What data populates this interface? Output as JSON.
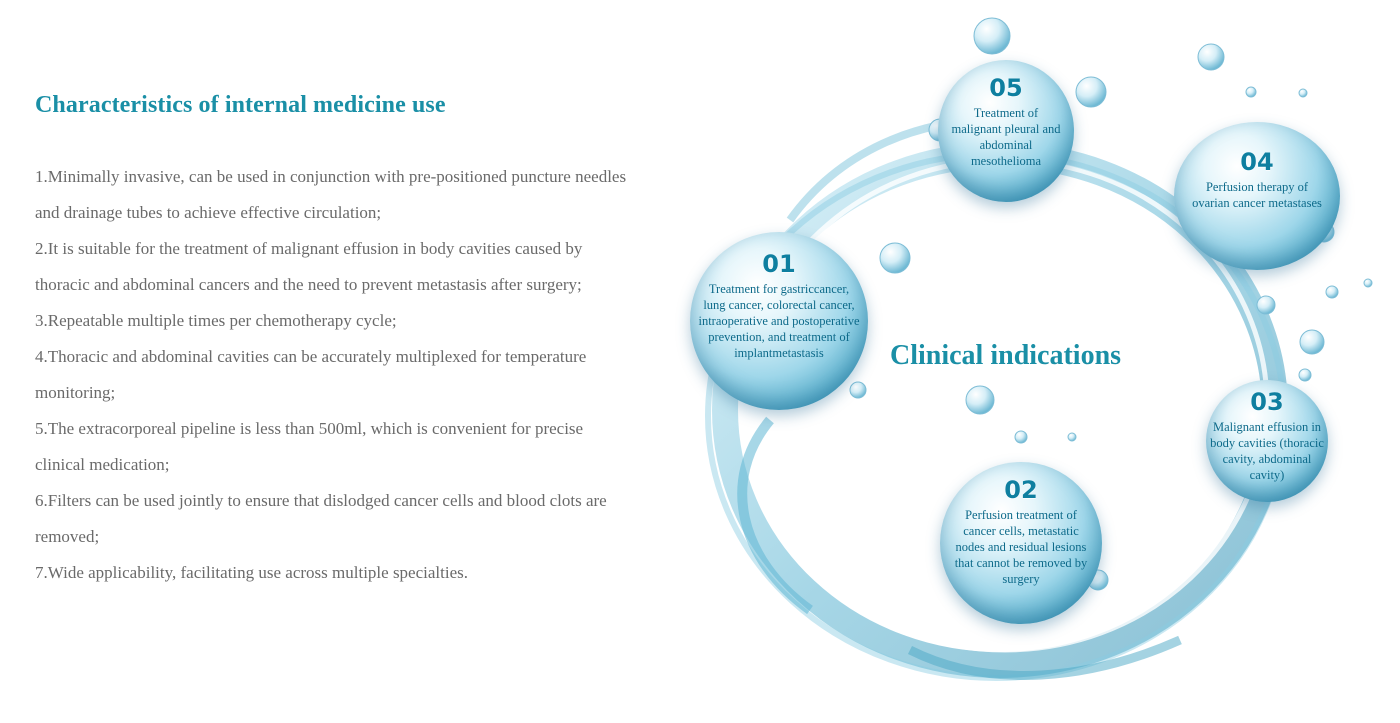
{
  "left": {
    "heading": "Characteristics of internal medicine use",
    "points": [
      "1.Minimally invasive, can be used in conjunction with pre-positioned puncture needles and drainage tubes to achieve effective circulation;",
      "2.It is suitable for the treatment of malignant effusion in body cavities caused by thoracic and abdominal cancers and the need to prevent metastasis after surgery;",
      "3.Repeatable multiple times per chemotherapy cycle;",
      "4.Thoracic and abdominal cavities can be accurately multiplexed for temperature monitoring;",
      "5.The extracorporeal pipeline is less than 500ml, which is convenient for precise clinical medication;",
      "6.Filters can be used jointly to ensure that dislodged cancer cells and blood clots are removed;",
      "7.Wide applicability, facilitating use across multiple specialties."
    ]
  },
  "diagram": {
    "title": "Clinical indications",
    "bubbles": [
      {
        "number": "01",
        "text": "Treatment for gastriccancer, lung cancer, colorectal cancer, intraoperative and postoperative prevention, and treatment of implantmetastasis"
      },
      {
        "number": "02",
        "text": "Perfusion treatment of cancer cells, metastatic nodes and residual lesions that cannot be removed by surgery"
      },
      {
        "number": "03",
        "text": "Malignant effusion in body cavities (thoracic cavity, abdominal cavity)"
      },
      {
        "number": "04",
        "text": "Perfusion therapy of ovarian cancer metastases"
      },
      {
        "number": "05",
        "text": "Treatment of malignant pleural and abdominal mesothelioma"
      }
    ]
  },
  "colors": {
    "accent": "#1a8fa6",
    "body_text": "#6a6a6a",
    "water": "#4aa7c6"
  }
}
